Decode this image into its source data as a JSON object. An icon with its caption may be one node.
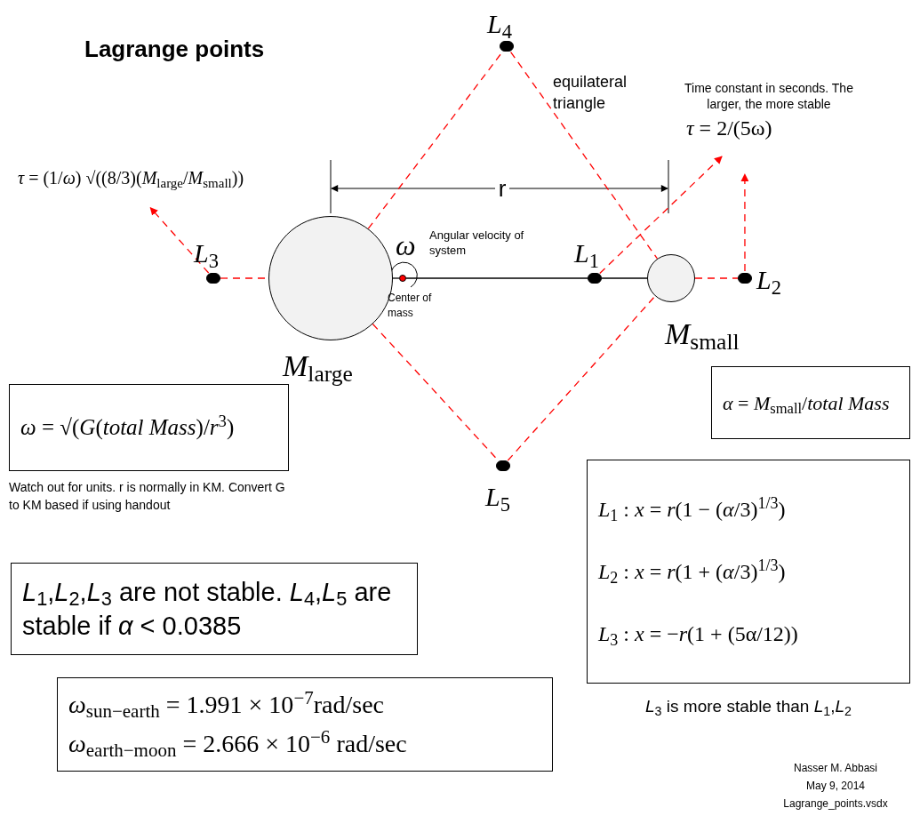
{
  "diagram": {
    "title": "Lagrange points",
    "nodes": [
      {
        "text": [
          "*L*$_{4}$"
        ]
      },
      {
        "text": [
          "*M*$_{large}$"
        ]
      },
      {
        "text": [
          "Center of mass"
        ]
      },
      {
        "text": [
          "*L*$_{1}$"
        ]
      },
      {
        "text": [
          "*M*$_{small}$"
        ]
      },
      {
        "text": [
          "*L*$_{2}$"
        ]
      },
      {
        "text": [
          "*L*$_{3}$"
        ]
      },
      {
        "text": [
          "*L*$_{5}$"
        ]
      },
      {
        "text": [
          "*τ* = (1/*ω*) √((8/3)(*M*$_{large}$/*M*$_{small}$))"
        ]
      },
      {
        "text": [
          "*τ* = 2/(5ω)"
        ],
        "beside": [
          "Time constant in seconds. The larger, the more stable"
        ]
      },
      {
        "text": [
          "*α* = *M*$_{small}$/*total Mass*"
        ]
      },
      {
        "text": [
          "*ω* = √(*G*(*total Mass*)/*r*$^{3}$)"
        ],
        "beside": [
          "Watch out for units. r is normally in KM. Convert G to KM based if using handout"
        ]
      },
      {
        "text": [
          "*L*$_{1}$ : *x* = *r*(1 − (*α*/3)$^{1/3}$)",
          "*L*$_{2}$ : *x* = *r*(1 + (*α*/3)$^{1/3}$)",
          "*L*$_{3}$ : *x* = −*r*(1 + (5α/12))"
        ],
        "beside": [
          "*L*$_{3}$ is more stable than *L*$_{1}$,*L*$_{2}$"
        ]
      },
      {
        "text": [
          "*L*$_{1}$,*L*$_{2}$,*L*$_{3}$ are not stable. *L*$_{4}$,*L*$_{5}$ are stable if *α* < 0.0385"
        ]
      },
      {
        "text": [
          "*ω*$_{sun−earth}$ = 1.991 × 10$^{−7}$rad/sec",
          "*ω*$_{earth−moon}$ = 2.666 × 10$^{−6}$ rad/sec"
        ]
      }
    ],
    "edges": [
      {
        "from": 1,
        "to": 0,
        "arrow": "none",
        "style": "dashed"
      },
      {
        "from": 0,
        "to": 4,
        "arrow": "none",
        "style": "dashed"
      },
      {
        "from": 1,
        "to": 7,
        "arrow": "none",
        "style": "dashed"
      },
      {
        "from": 7,
        "to": 4,
        "arrow": "none",
        "style": "dashed"
      },
      {
        "from": 6,
        "to": 1,
        "arrow": "none",
        "style": "dashed"
      },
      {
        "from": 4,
        "to": 5,
        "arrow": "none",
        "style": "dashed"
      },
      {
        "from": 1,
        "to": 2,
        "arrow": "none",
        "color": "#000000"
      },
      {
        "from": 2,
        "to": 3,
        "arrow": "none",
        "color": "#000000"
      },
      {
        "from": 3,
        "to": 4,
        "arrow": "none",
        "color": "#000000"
      },
      {
        "from": 6,
        "to": 8,
        "arrow": "to",
        "style": "dashed"
      },
      {
        "from": 3,
        "to": 9,
        "arrow": "to",
        "style": "dashed"
      },
      {
        "from": 5,
        "to": 9,
        "arrow": "to",
        "style": "dashed"
      }
    ],
    "labels": [
      "r",
      "*ω*",
      "Angular velocity of system",
      "equilateral triangle",
      "Nasser M. Abbasi",
      "May 9, 2014",
      "Lagrange_points.vsdx"
    ]
  }
}
